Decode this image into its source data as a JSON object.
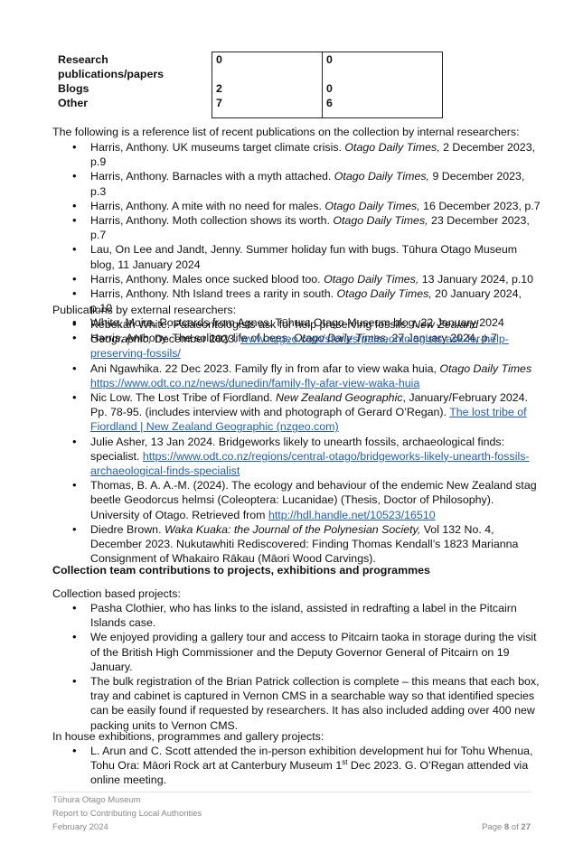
{
  "counts_table": {
    "rows": [
      {
        "label": "Research publications/papers",
        "v1": "0",
        "v2": "0"
      },
      {
        "label": "Blogs",
        "v1": "2",
        "v2": "0"
      },
      {
        "label": "Other",
        "v1": "7",
        "v2": "6"
      }
    ]
  },
  "internal": {
    "intro": "The following is a reference list of recent publications on the collection by internal researchers:",
    "items": [
      {
        "a": "Harris, Anthony. UK museums target climate crisis. ",
        "i": "Otago Daily Times,",
        "b": " 2 December 2023, p.9"
      },
      {
        "a": "Harris, Anthony. Barnacles with a myth attached. ",
        "i": "Otago Daily Times,",
        "b": " 9 December 2023, p.3"
      },
      {
        "a": "Harris, Anthony. A mite with no need for males. ",
        "i": "Otago Daily Times,",
        "b": " 16 December 2023, p.7"
      },
      {
        "a": "Harris, Anthony. Moth collection shows its worth. ",
        "i": "Otago Daily Times,",
        "b": " 23 December 2023, p.7"
      },
      {
        "a": "Lau, On Lee and Jandt, Jenny. Summer holiday fun with bugs. Tūhura Otago Museum blog, 11 January 2024",
        "i": "",
        "b": ""
      },
      {
        "a": "Harris, Anthony. Males once sucked blood too. ",
        "i": "Otago Daily Times,",
        "b": " 13 January 2024, p.10"
      },
      {
        "a": "Harris, Anthony. Nth Island trees a rarity in south. ",
        "i": "Otago Daily Times,",
        "b": " 20 January 2024, p.10"
      },
      {
        "a": "White, Moira. Postcards from Agnes. Tūhura Otago Museum blog, 22 January 2024",
        "i": "",
        "b": ""
      },
      {
        "a": "Harris, Anthony. The solitary life of bees. ",
        "i": "Otago Daily Times,",
        "b": " 27 January 2024, p.7"
      }
    ]
  },
  "external": {
    "intro": "Publications by external researchers:",
    "items": [
      {
        "a": "Rebekah White. Palaeontologists ask for help preserving fossils. ",
        "i": "New Zealand Geographic,",
        "b": " December 2023. ",
        "link": "www.nzgeo.com/stories/palaeontologists-ask-for-help-preserving-fossils/",
        "c": ""
      },
      {
        "a": "Ani Ngawhika. 22 Dec 2023. Family fly in from afar to view waka huia, ",
        "i": "Otago Daily Times",
        "b": " ",
        "link": "https://www.odt.co.nz/news/dunedin/family-fly-afar-view-waka-huia",
        "c": ""
      },
      {
        "a": "Nic Low. The Lost Tribe of Fiordland. ",
        "i": "New Zealand Geographic",
        "b": ", January/February 2024. Pp. 78-95. (includes interview with and photograph of Gerard O’Regan). ",
        "link": "The lost tribe of Fiordland | New Zealand Geographic (nzgeo.com)",
        "c": ""
      },
      {
        "a": "Julie Asher, 13 Jan 2024. Bridgeworks likely to unearth fossils, archaeological finds: specialist. ",
        "i": "",
        "b": "",
        "link": "https://www.odt.co.nz/regions/central-otago/bridgeworks-likely-unearth-fossils-archaeological-finds-specialist",
        "c": ""
      },
      {
        "a": "Thomas, B. A. A.-M. (2024). The ecology and behaviour of the endemic New Zealand stag beetle Geodorcus helmsi (Coleoptera: Lucanidae) (Thesis, Doctor of Philosophy). University of Otago. Retrieved from ",
        "i": "",
        "b": "",
        "link": "http://hdl.handle.net/10523/16510",
        "c": ""
      },
      {
        "a": "Diedre Brown. ",
        "i": "Waka Kuaka: the Journal of the Polynesian Society,",
        "b": " Vol 132 No. 4, December 2023. Nukutawhiti Rediscovered: Finding Thomas Kendall’s 1823 Marianna Consignment of Whakairo Rākau (Māori Wood Carvings).",
        "link": "",
        "c": ""
      }
    ]
  },
  "team": {
    "heading": "Collection team contributions to projects, exhibitions and programmes",
    "based_intro": "Collection based projects:",
    "based_items": [
      "Pasha Clothier, who has links to the island, assisted in redrafting a label in the Pitcairn Islands case.",
      "We enjoyed providing a gallery tour and access to Pitcairn taoka in storage during the visit of the British High Commissioner and the Deputy Governor General of Pitcairn on 19 January.",
      "The bulk registration of the Brian Patrick collection is complete – this means that each box, tray and cabinet is captured in Vernon CMS in a searchable way so that identified species can be easily found if requested by researchers. It has also included adding over 400 new packing units to Vernon CMS."
    ],
    "inhouse_intro": "In house exhibitions, programmes and gallery projects:",
    "inhouse_item_a": "L. Arun and C. Scott attended the in-person exhibition development hui for Tohu Whenua, Tohu Ora: Māori Rock art at Canterbury Museum 1",
    "inhouse_item_sup": "st",
    "inhouse_item_b": " Dec 2023. G. O’Regan attended via online meeting."
  },
  "footer": {
    "line1": "Tūhura Otago Museum",
    "line2": "Report to Contributing Local Authorities",
    "line3": "February 2024",
    "page_word": "Page ",
    "page_num": "8",
    "page_of": " of ",
    "page_total": "27"
  }
}
